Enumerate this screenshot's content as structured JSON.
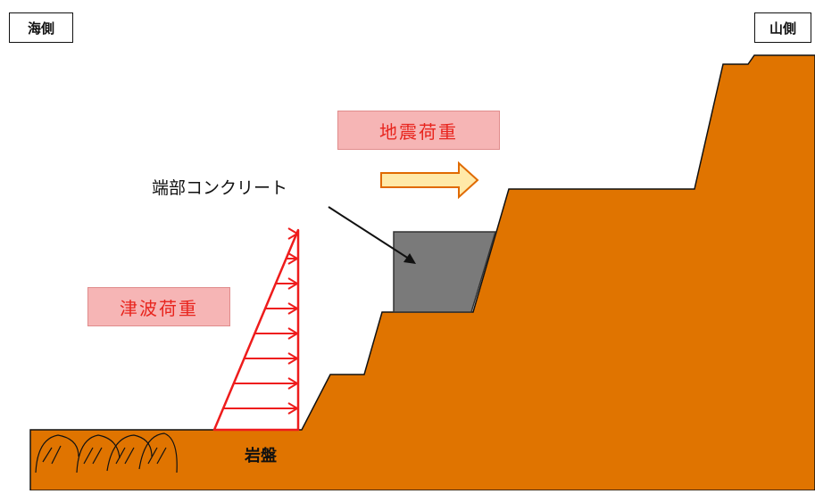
{
  "labels": {
    "sea_side": "海側",
    "mountain_side": "山側",
    "seismic_load": "地震荷重",
    "tsunami_load": "津波荷重",
    "end_concrete": "端部コンクリート",
    "bedrock": "岩盤"
  },
  "colors": {
    "ground": "#e07400",
    "concrete": "#7a7a7a",
    "load_red": "#ee1c1c",
    "label_fill": "#f6b5b5",
    "label_text": "#e8251e",
    "arrow_fill": "#ffe9a8",
    "arrow_stroke": "#e06a00"
  }
}
